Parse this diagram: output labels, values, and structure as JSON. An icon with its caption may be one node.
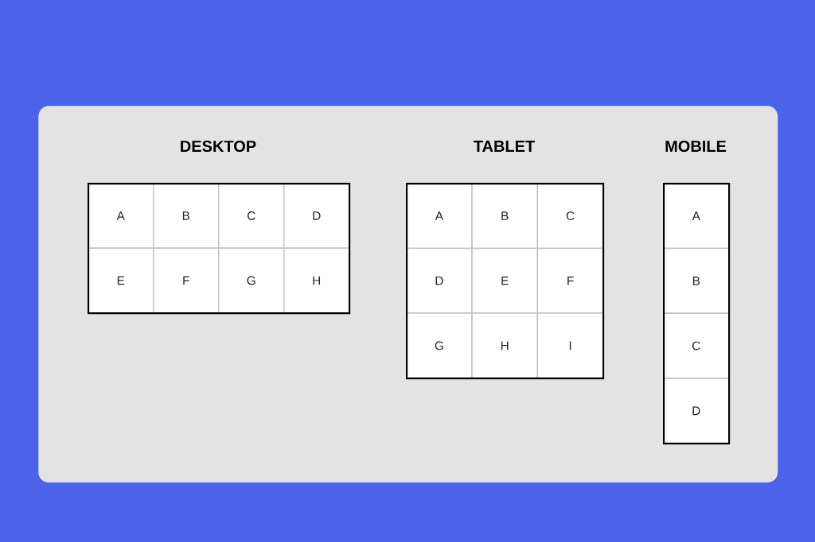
{
  "diagram": {
    "nodes": [
      {
        "text": [],
        "shape": "box"
      },
      {
        "text": [
          "DESKTOP"
        ],
        "in": 0
      },
      {
        "text": [
          "A"
        ],
        "in": 1
      },
      {
        "text": [
          "B"
        ],
        "in": 1
      },
      {
        "text": [
          "C"
        ],
        "in": 1
      },
      {
        "text": [
          "D"
        ],
        "in": 1
      },
      {
        "text": [
          "E"
        ],
        "in": 1
      },
      {
        "text": [
          "F"
        ],
        "in": 1
      },
      {
        "text": [
          "G"
        ],
        "in": 1
      },
      {
        "text": [
          "H"
        ],
        "in": 1
      },
      {
        "text": [
          "TABLET"
        ],
        "in": 0
      },
      {
        "text": [
          "A"
        ],
        "in": 10
      },
      {
        "text": [
          "B"
        ],
        "in": 10
      },
      {
        "text": [
          "C"
        ],
        "in": 10
      },
      {
        "text": [
          "D"
        ],
        "in": 10
      },
      {
        "text": [
          "E"
        ],
        "in": 10
      },
      {
        "text": [
          "F"
        ],
        "in": 10
      },
      {
        "text": [
          "G"
        ],
        "in": 10
      },
      {
        "text": [
          "H"
        ],
        "in": 10
      },
      {
        "text": [
          "I"
        ],
        "in": 10
      },
      {
        "text": [
          "MOBILE"
        ],
        "in": 0
      },
      {
        "text": [
          "A"
        ],
        "in": 20
      },
      {
        "text": [
          "B"
        ],
        "in": 20
      },
      {
        "text": [
          "C"
        ],
        "in": 20
      },
      {
        "text": [
          "D"
        ],
        "in": 20
      }
    ]
  }
}
